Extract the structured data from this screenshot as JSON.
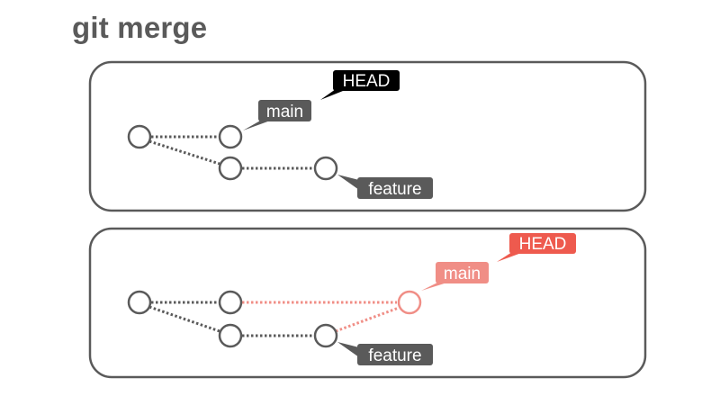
{
  "title": "git merge",
  "colors": {
    "neutral": "#5a5a5a",
    "highlight": "#f08e86",
    "head_before": "#000000",
    "head_after": "#ee5a4e",
    "panel_border": "#5a5a5a"
  },
  "panels": [
    {
      "id": "before-merge",
      "head_label": "HEAD",
      "branches": {
        "main": "main",
        "feature": "feature"
      }
    },
    {
      "id": "after-merge",
      "head_label": "HEAD",
      "branches": {
        "main": "main",
        "feature": "feature"
      }
    }
  ]
}
